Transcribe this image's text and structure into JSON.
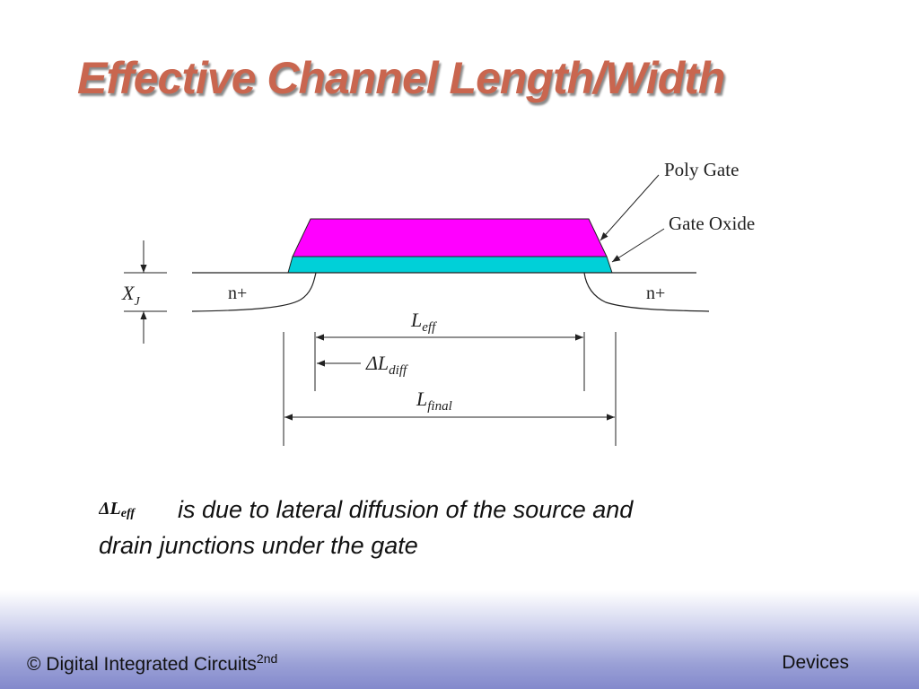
{
  "slide": {
    "title": "Effective Channel Length/Width"
  },
  "diagram": {
    "labels": {
      "poly_gate": "Poly Gate",
      "gate_oxide": "Gate Oxide",
      "source_region": "n+",
      "drain_region": "n+",
      "junction_depth_main": "X",
      "junction_depth_sub": "J",
      "l_eff_main": "L",
      "l_eff_sub": "eff",
      "delta_l_diff_main": "ΔL",
      "delta_l_diff_sub": "diff",
      "l_final_main": "L",
      "l_final_sub": "final"
    },
    "colors": {
      "poly_gate": "#ff00ff",
      "gate_oxide": "#00d0d8",
      "lines": "#222222"
    }
  },
  "caption": {
    "symbol_main": "ΔL",
    "symbol_sub": "eff",
    "line1": "is due to lateral diffusion of the source and",
    "line2": "drain junctions under the gate"
  },
  "footer": {
    "left_text": "© Digital Integrated Circuits",
    "left_sup": "2nd",
    "right_text": "Devices"
  }
}
